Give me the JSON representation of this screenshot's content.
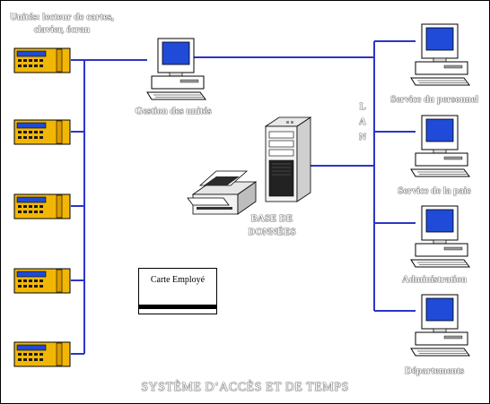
{
  "units_label": [
    "Unités: lecteur de cartes,",
    "clavier, écran"
  ],
  "gestion_label": "Gestion des unités",
  "database_label": [
    "BASE DE",
    "DONNÉES"
  ],
  "lan_letters": [
    "L",
    "A",
    "N"
  ],
  "service_labels": [
    "Service du personnel",
    "Service de la paie",
    "Administration",
    "Départements"
  ],
  "card_label": "Carte Employé",
  "title": "SYSTÈME D’ACCÈS ET DE TEMPS",
  "colors": {
    "network_line": "#2b35c9",
    "terminal_body": "#f2b705",
    "screen": "#1f4bd8"
  }
}
